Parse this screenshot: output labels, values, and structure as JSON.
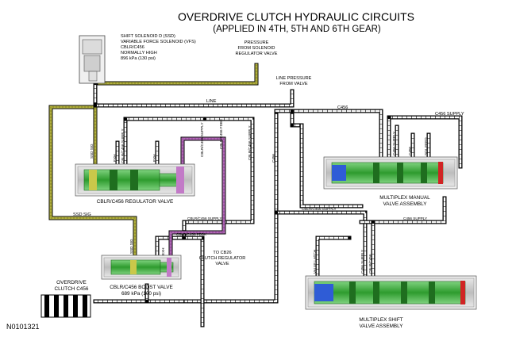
{
  "header": {
    "title": "OVERDRIVE CLUTCH HYDRAULIC CIRCUITS",
    "subtitle": "(APPLIED IN 4TH, 5TH AND 6TH GEAR)"
  },
  "labels": {
    "solenoid": [
      "SHIFT SOLENOID D (SSD)",
      "VARIABLE FORCE SOLENOID (VFS)",
      "CBLR/C456",
      "NORMALLY HIGH",
      "896 kPa (130 psi)"
    ],
    "pressure_from_solenoid": [
      "PRESSURE",
      "FROM SOLENOID",
      "REGULATOR VALVE"
    ],
    "line_pressure_from_valve": [
      "LINE PRESSURE",
      "FROM VALVE"
    ],
    "line": "LINE",
    "c456_top": "C456",
    "c456_supply_top_right": "C456 SUPPLY",
    "regulator_valve": "CBLR/C456 REGULATOR VALVE",
    "boost_valve": [
      "CBLR/C456 BOOST VALVE",
      "689 kPa (100 psi)"
    ],
    "multiplex_manual": [
      "MULTIPLEX MANUAL",
      "VALVE ASSEMBLY"
    ],
    "multiplex_shift": [
      "MULTIPLEX SHIFT",
      "VALVE ASSEMBLY"
    ],
    "to_cb26": [
      "TO CB26",
      "CLUTCH REGULATOR",
      "VALVE"
    ],
    "overdrive_clutch": [
      "OVERDRIVE",
      "CLUTCH C456"
    ],
    "ssd_sig_left": "SSD SIG",
    "ssd_sig_vertical": "SSD SIG",
    "ssd_sig_boost": "SSD SIG",
    "cblr_c456_supply_v": "CBLR/C456 SUPPLY",
    "exh_v1": "EXH",
    "exh_v2": "EXH",
    "exh_boost": "EXH",
    "cblr_c456_fdbk_v": "CBLR/C456 FDBK",
    "cblr_c456_fdbk_h": "CBLR/C456 FDBK",
    "cblr_c456_supply_h": "CBLR/C456 SUPPLY",
    "cblr_c456_supply_mid": "CBLR/C456 SUPPLY",
    "c456_v": "C456",
    "cblr_c456_supply_v2": "CBLR/C456 SUPPLY",
    "cblr_c456_supply_v3": "CBLR/C456 SUPPLY",
    "c456_supply_h2": "C456 SUPPLY",
    "c456_supply_v4": "C456 SUPPLY",
    "c456_v5": "C456",
    "sol_feed": "SOL FEED",
    "valve_latch": "VALVE LATCH",
    "c456_supply_v6": "C456 SUPPLY",
    "cblr_c456_v7": "CBLR/C456",
    "figure_id": "N0101321"
  },
  "colors": {
    "line_black": "#000000",
    "olive": "#9c9b2a",
    "purple": "#9a3f9f",
    "valve_green": "#3ca83c",
    "valve_dark": "#1f6e1f",
    "blue": "#2f5cd6",
    "red": "#d12424",
    "body_gray": "#c8c8c8"
  }
}
